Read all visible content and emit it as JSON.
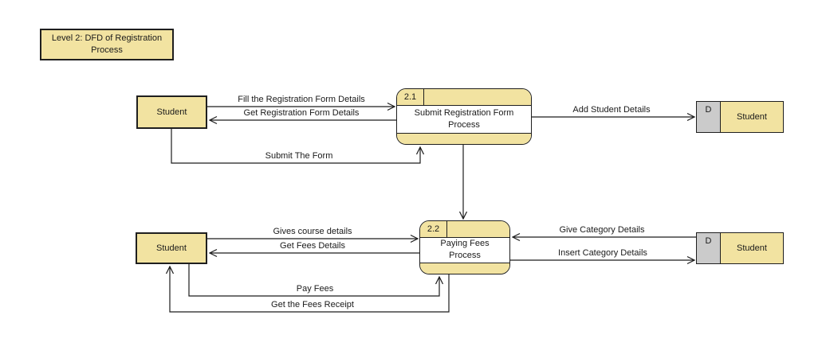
{
  "diagram": {
    "title": "Level 2: DFD of Registration Process"
  },
  "processes": [
    {
      "number": "2.1",
      "name": "Submit Registration Form Process"
    },
    {
      "number": "2.2",
      "name": "Paying Fees Process"
    }
  ],
  "entities": [
    {
      "label": "Student"
    },
    {
      "label": "Student"
    }
  ],
  "datastores": [
    {
      "id": "D",
      "label": "Student"
    },
    {
      "id": "D",
      "label": "Student"
    }
  ],
  "flows": [
    {
      "label": "Fill the Registration Form Details",
      "from": "Student",
      "to": "2.1 Submit Registration Form Process"
    },
    {
      "label": "Get Registration Form Details",
      "from": "2.1 Submit Registration Form Process",
      "to": "Student"
    },
    {
      "label": "Submit The Form",
      "from": "Student",
      "to": "2.1 Submit Registration Form Process"
    },
    {
      "label": "Add Student Details",
      "from": "2.1 Submit Registration Form Process",
      "to": "D Student"
    },
    {
      "label": "",
      "from": "2.1 Submit Registration Form Process",
      "to": "2.2 Paying Fees Process"
    },
    {
      "label": "Gives course details",
      "from": "Student",
      "to": "2.2 Paying Fees Process"
    },
    {
      "label": "Get Fees Details",
      "from": "2.2 Paying Fees Process",
      "to": "Student"
    },
    {
      "label": "Give Category Details",
      "from": "D Student",
      "to": "2.2 Paying Fees Process"
    },
    {
      "label": "Insert Category Details",
      "from": "2.2 Paying Fees Process",
      "to": "D Student"
    },
    {
      "label": "Pay Fees",
      "from": "Student",
      "to": "2.2 Paying Fees Process"
    },
    {
      "label": "Get the Fees Receipt",
      "from": "2.2 Paying Fees Process",
      "to": "Student"
    }
  ],
  "colors": {
    "node_fill": "#F2E3A1",
    "datastore_id_fill": "#CBCBCB",
    "border": "#1F1F1F",
    "background": "#FFFFFF"
  }
}
